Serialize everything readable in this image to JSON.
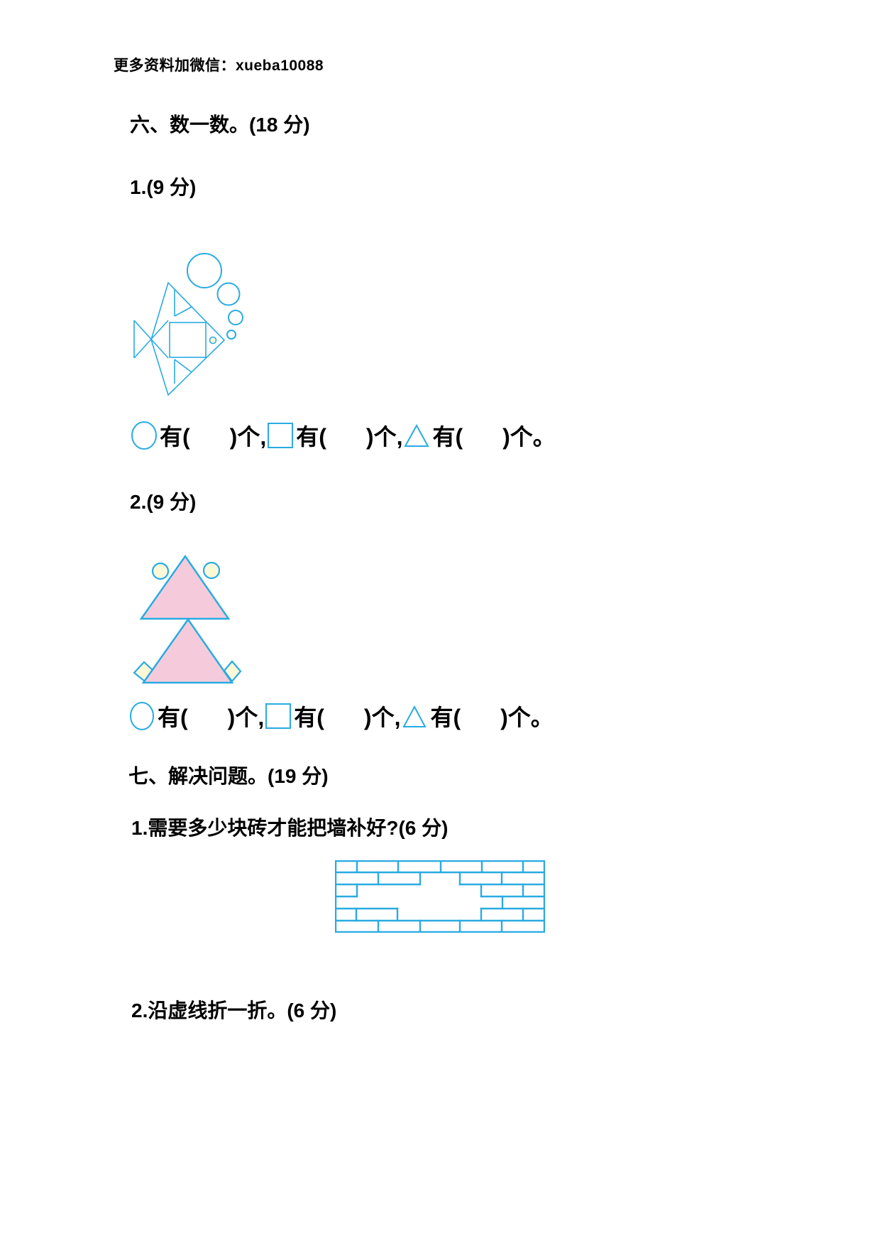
{
  "watermark": "更多资料加微信：xueba10088",
  "colors": {
    "text": "#000000",
    "outline_cyan": "#29abe2",
    "fill_pink": "#f5cbdc",
    "fill_cream": "#fbf8d8",
    "page_bg": "#ffffff"
  },
  "section_six": {
    "title": "六、数一数。(18 分)",
    "q1_label": "1.(9 分)",
    "q2_label": "2.(9 分)"
  },
  "count_row": {
    "you_open": "有(",
    "close_comma": ")个,",
    "close_period": ")个。",
    "icons": [
      "circle-shape-icon",
      "square-shape-icon",
      "triangle-shape-icon"
    ]
  },
  "section_seven": {
    "title": "七、解决问题。(19 分)",
    "q1_label": "1.需要多少块砖才能把墙补好?(6 分)",
    "q2_label": "2.沿虚线折一折。(6 分)"
  },
  "figures": {
    "fish": {
      "description": "fish assembled from geometric shapes: diamond body, inner square, top and bottom triangular fins, crossed-line tail, small eye circle and 4 bubble circles rising to the upper right",
      "outline": "#29abe2",
      "bubble_count": 4
    },
    "triangle_pattern": {
      "description": "two pink triangles stacked vertically; two small cream circles beside the top apex and two tilted cream squares at the bottom corners",
      "outline": "#29abe2",
      "triangle_fill": "#f5cbdc",
      "accent_fill": "#fbf8d8",
      "triangle_count": 2,
      "circle_count": 2,
      "square_count": 2
    },
    "brick_wall": {
      "description": "six-course brick wall outline with an irregular hole of missing bricks in the middle",
      "rows": 6,
      "outline": "#29abe2"
    }
  }
}
